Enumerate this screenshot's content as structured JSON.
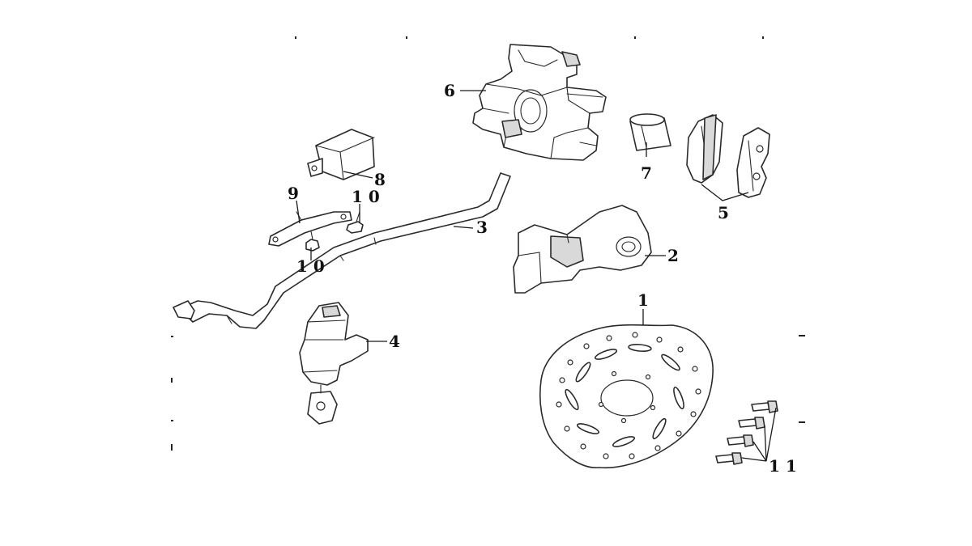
{
  "diagram": {
    "callouts": {
      "c1": "1",
      "c2": "2",
      "c3": "3",
      "c4": "4",
      "c5": "5",
      "c6": "6",
      "c7": "7",
      "c8": "8",
      "c9": "9",
      "c10a": "1 0",
      "c10b": "1 0",
      "c11": "1 1"
    }
  }
}
